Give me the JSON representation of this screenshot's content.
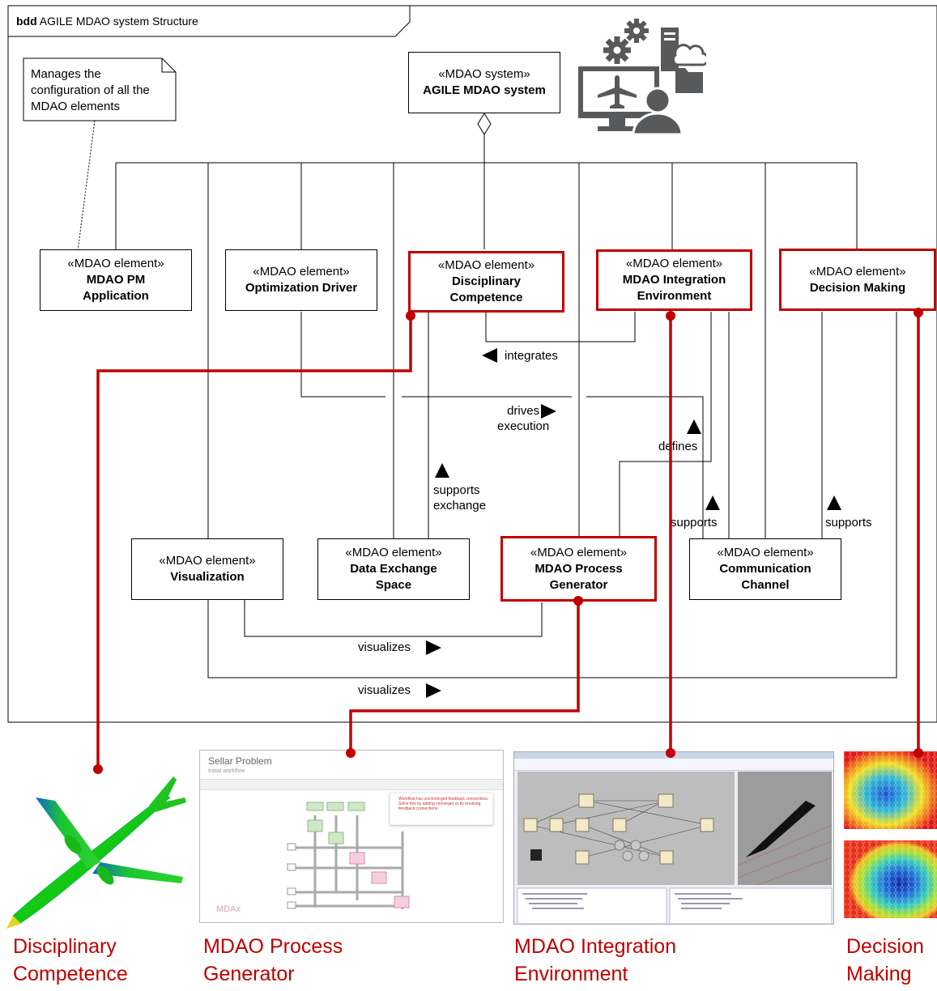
{
  "frame": {
    "keyword": "bdd",
    "title": "AGILE MDAO system Structure"
  },
  "note": {
    "text": "Manages the\nconfiguration of all the\nMDAO elements"
  },
  "system_block": {
    "stereotype": "«MDAO system»",
    "name": "AGILE MDAO system"
  },
  "elements": {
    "pm_app": {
      "stereotype": "«MDAO element»",
      "name": "MDAO PM\nApplication"
    },
    "opt_driver": {
      "stereotype": "«MDAO element»",
      "name": "Optimization Driver"
    },
    "disc_comp": {
      "stereotype": "«MDAO element»",
      "name": "Disciplinary\nCompetence"
    },
    "int_env": {
      "stereotype": "«MDAO element»",
      "name": "MDAO Integration\nEnvironment"
    },
    "decision": {
      "stereotype": "«MDAO element»",
      "name": "Decision Making"
    },
    "visualization": {
      "stereotype": "«MDAO element»",
      "name": "Visualization"
    },
    "data_exchange": {
      "stereotype": "«MDAO element»",
      "name": "Data Exchange\nSpace"
    },
    "process_gen": {
      "stereotype": "«MDAO element»",
      "name": "MDAO Process\nGenerator"
    },
    "comm_channel": {
      "stereotype": "«MDAO element»",
      "name": "Communication\nChannel"
    }
  },
  "relations": {
    "integrates": "integrates",
    "drives": "drives\nexecution",
    "defines": "defines",
    "supports_exchange": "supports\nexchange",
    "supports_1": "supports",
    "supports_2": "supports",
    "visualizes_1": "visualizes",
    "visualizes_2": "visualizes"
  },
  "screenshot_mdax": {
    "title": "Sellar Problem",
    "subtitle": "Initial workflow",
    "warning": "Workflow has unconverged feedback connections. Solve this by adding converger or by breaking feedback connections.",
    "logo": "MDAx"
  },
  "captions": {
    "disc_comp": "Disciplinary\nCompetence",
    "process_gen": "MDAO Process\nGenerator",
    "int_env": "MDAO Integration\nEnvironment",
    "decision": "Decision\nMaking"
  },
  "colors": {
    "highlight": "#c00000",
    "line": "#000000",
    "icon": "#58595b"
  }
}
